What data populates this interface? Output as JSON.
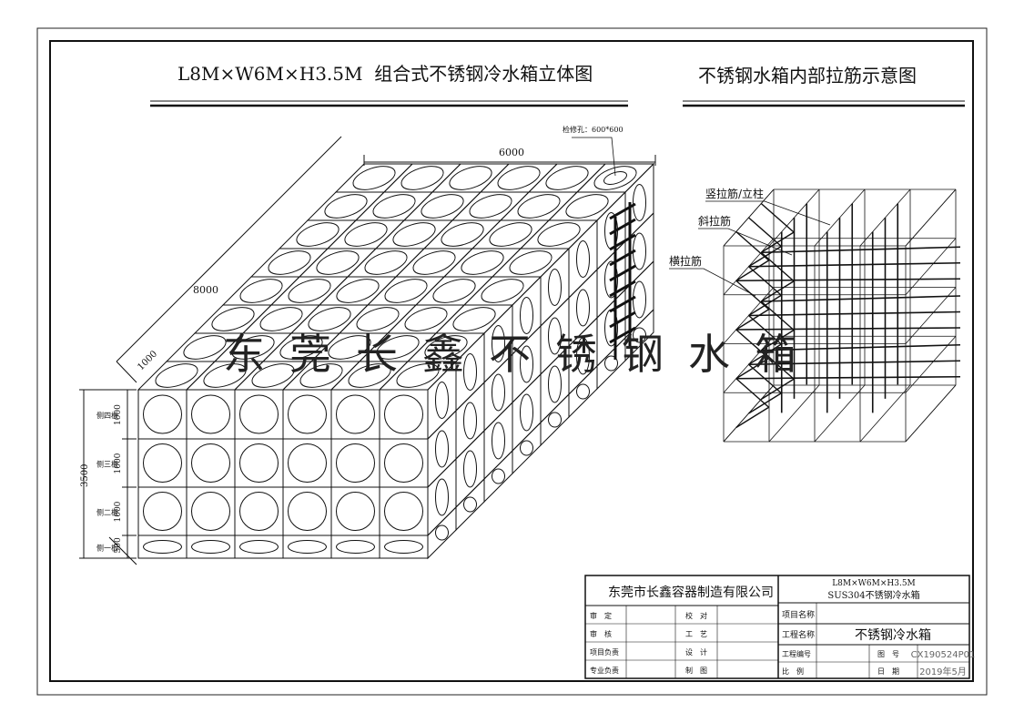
{
  "title_left": "L8M×W6M×H3.5M  组合式不锈钢冷水箱立体图",
  "title_right": "不锈钢水箱内部拉筋示意图",
  "dimensions": {
    "width": "6000",
    "length": "8000",
    "panel": "1000",
    "height_total": "3500",
    "rows": [
      {
        "label": "侧四板",
        "dim": "1000"
      },
      {
        "label": "侧三板",
        "dim": "1000"
      },
      {
        "label": "侧二板",
        "dim": "1000"
      },
      {
        "label": "侧一板",
        "dim": "500"
      }
    ]
  },
  "manhole_note": "检修孔：600*600",
  "watermark": [
    "东",
    "莞",
    "长",
    "鑫",
    "不",
    "锈",
    "钢",
    "水",
    "箱"
  ],
  "rod_labels": {
    "vertical": "竖拉筋/立柱",
    "diagonal": "斜拉筋",
    "horizontal": "横拉筋"
  },
  "title_block": {
    "company": "东莞市长鑫容器制造有限公司",
    "spec_line1": "L8M×W6M×H3.5M",
    "spec_line2": "SUS304不锈钢冷水箱",
    "left_rows": [
      [
        "审　定",
        "校　对"
      ],
      [
        "审　核",
        "工　艺"
      ],
      [
        "项目负责",
        "设　计"
      ],
      [
        "专业负责",
        "制　图"
      ]
    ],
    "project_name_label": "项目名称",
    "project_name": "",
    "work_name_label": "工程名称",
    "work_name": "不锈钢冷水箱",
    "work_no_label": "工程编号",
    "drawing_no_label": "图　号",
    "drawing_no": "CX190524P01",
    "scale_label": "比　例",
    "date_label": "日　期",
    "date": "2019年5月"
  }
}
